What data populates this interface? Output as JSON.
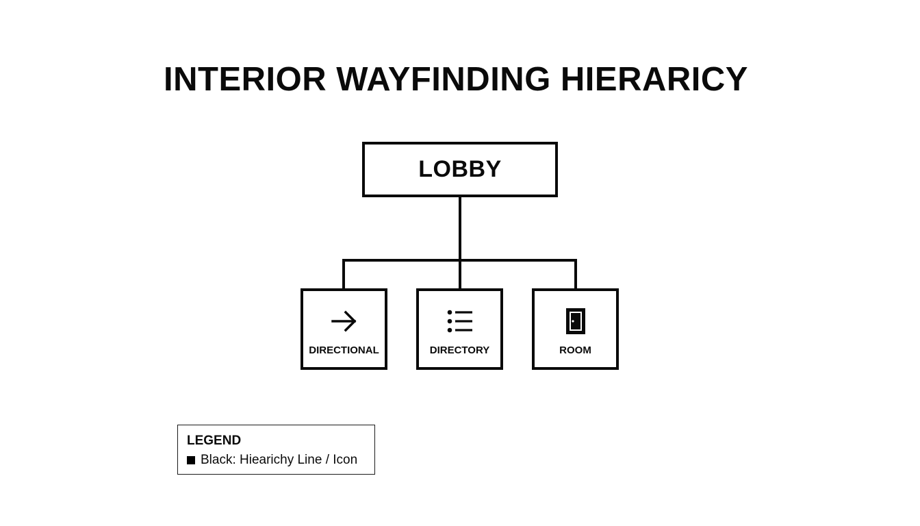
{
  "title": "INTERIOR WAYFINDING HIERARICY",
  "root": {
    "label": "LOBBY"
  },
  "children": [
    {
      "label": "DIRECTIONAL",
      "icon": "arrow-right-icon"
    },
    {
      "label": "DIRECTORY",
      "icon": "list-icon"
    },
    {
      "label": "ROOM",
      "icon": "door-icon"
    }
  ],
  "legend": {
    "title": "LEGEND",
    "items": [
      {
        "swatch": "#000000",
        "label": "Black: Hiearichy Line / Icon"
      }
    ]
  },
  "colors": {
    "line": "#0a0a0a",
    "background": "#ffffff"
  }
}
